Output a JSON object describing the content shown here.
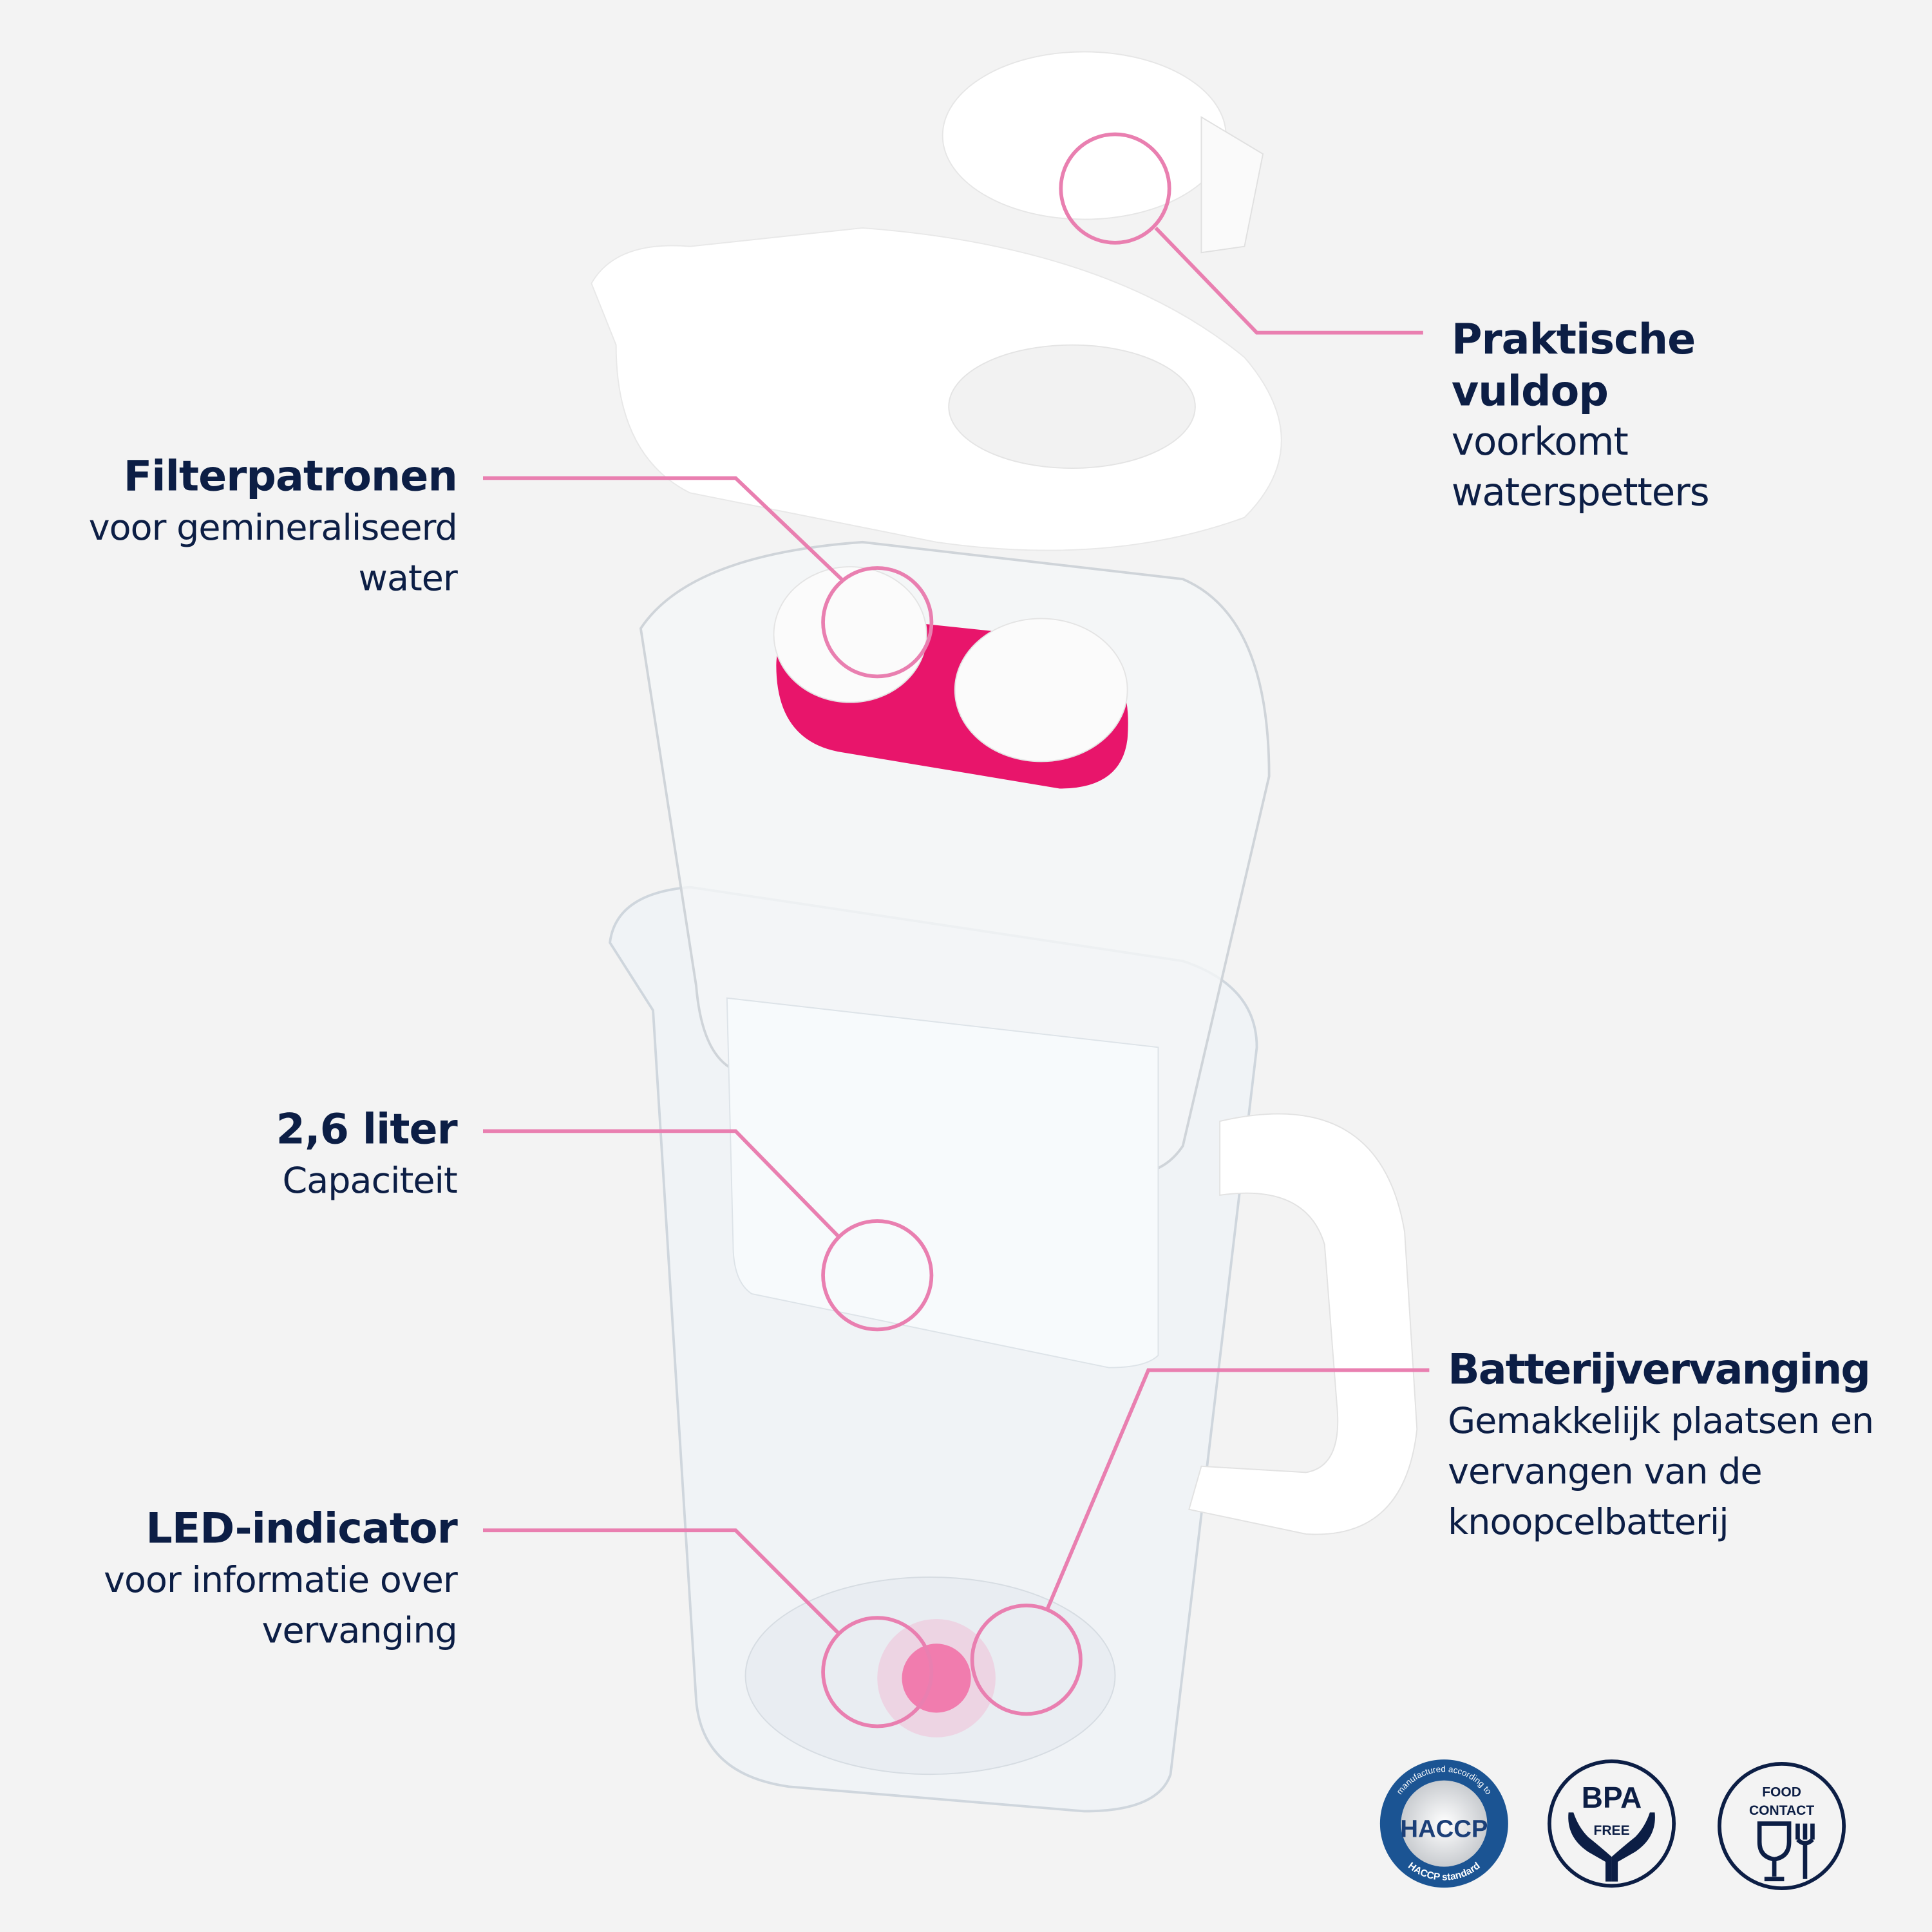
{
  "colors": {
    "background": "#f3f3f3",
    "text": "#0c1e45",
    "accent": "#e97fb0",
    "filter_pink": "#e8156b",
    "haccp_blue": "#1b5493"
  },
  "callouts": {
    "filter": {
      "title": "Filterpatronen",
      "lines": [
        "voor gemineraliseerd",
        "water"
      ]
    },
    "vuldop": {
      "title_lines": [
        "Praktische",
        "vuldop"
      ],
      "lines": [
        "voorkomt",
        "waterspetters"
      ]
    },
    "capacity": {
      "title": "2,6 liter",
      "lines": [
        "Capaciteit"
      ]
    },
    "battery": {
      "title": "Batterijvervanging",
      "lines": [
        "Gemakkelijk plaatsen en",
        "vervangen van de",
        "knoopcelbatterij"
      ]
    },
    "led": {
      "title": "LED-indicator",
      "lines": [
        "voor informatie over",
        "vervanging"
      ]
    }
  },
  "badges": {
    "haccp": {
      "top": "manufactured according to",
      "main": "HACCP",
      "bottom": "HACCP standard"
    },
    "bpa": {
      "main": "BPA",
      "sub": "FREE"
    },
    "food": {
      "line1": "FOOD",
      "line2": "CONTACT"
    }
  }
}
